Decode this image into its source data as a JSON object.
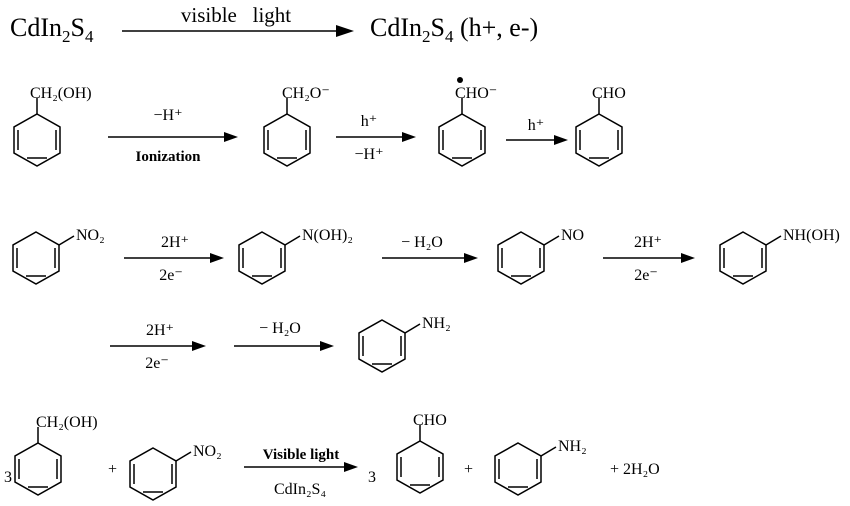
{
  "eq0": {
    "reactant": {
      "main": "CdIn",
      "s1": "2",
      "mid": "S",
      "s2": "4"
    },
    "arrow_label": "visible   light",
    "product": {
      "main": "CdIn",
      "s1": "2",
      "mid": "S",
      "s2": "4",
      "tail": " (h+, e-)"
    }
  },
  "row1": {
    "mol1_label": "CH₂(OH)",
    "a1_top": "−H⁺",
    "a1_bottom": "Ionization",
    "mol2_label": "CH₂O⁻",
    "a2_top": "h⁺",
    "a2_bottom": "−H⁺",
    "mol3_label": "CHO⁻",
    "a3_top": "h⁺",
    "mol4_label": "CHO"
  },
  "row2": {
    "mol1_label": "NO₂",
    "a1_top": "2H⁺",
    "a1_bottom": "2e⁻",
    "mol2_label": "N(OH)₂",
    "a2_top": "− H₂O",
    "mol3_label": "NO",
    "a3_top": "2H⁺",
    "a3_bottom": "2e⁻",
    "mol4_label": "NH(OH)"
  },
  "row3": {
    "a1_top": "2H⁺",
    "a1_bottom": "2e⁻",
    "a2_top": "− H₂O",
    "mol1_label": "NH₂"
  },
  "row4": {
    "coef1": "3",
    "mol1_label": "CH₂(OH)",
    "plus1": "+",
    "mol2_label": "NO₂",
    "arrow_top": "Visible light",
    "arrow_bottom": "CdIn₂S₄",
    "coef2": "3",
    "mol3_label": "CHO",
    "plus2": "+",
    "mol4_label": "NH₂",
    "tail": "+ 2H₂O"
  }
}
